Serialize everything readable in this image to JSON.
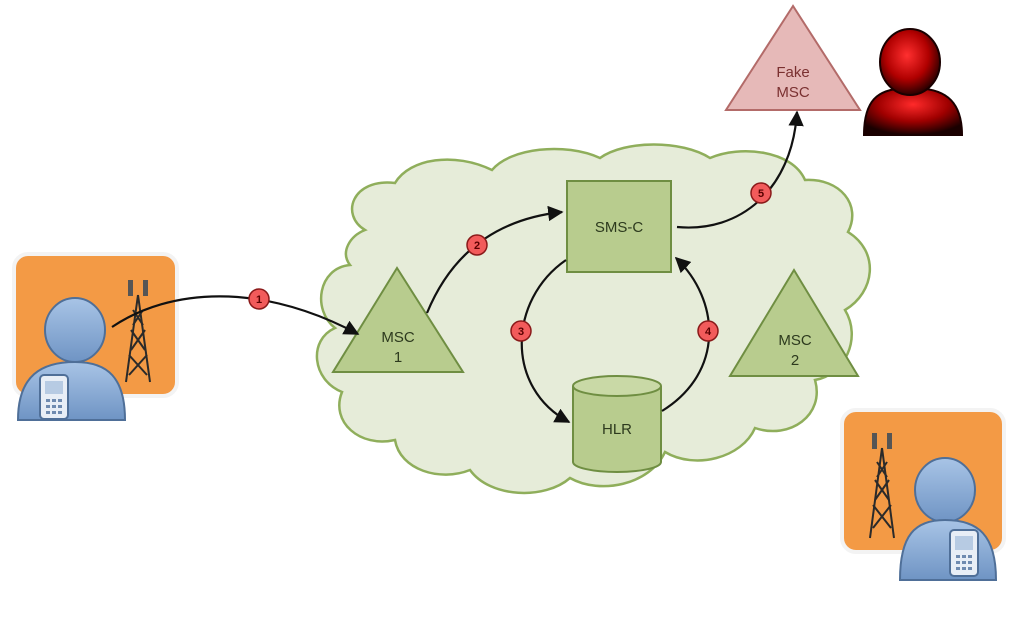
{
  "nodes": {
    "msc1": {
      "line1": "MSC",
      "line2": "1"
    },
    "msc2": {
      "line1": "MSC",
      "line2": "2"
    },
    "smsc": {
      "label": "SMS-C"
    },
    "hlr": {
      "label": "HLR"
    },
    "fake_msc": {
      "line1": "Fake",
      "line2": "MSC"
    }
  },
  "steps": [
    "1",
    "2",
    "3",
    "4",
    "5"
  ],
  "colors": {
    "cloud_fill": "#e6ecd9",
    "cloud_stroke": "#8fae5b",
    "node_fill": "#b8cc8e",
    "node_stroke": "#6f8e42",
    "fake_fill": "#e6b9b8",
    "fake_stroke": "#b36b69",
    "step_fill": "#f25b5b",
    "user_panel": "#f39a45",
    "person": "#8fb0d8",
    "attacker": "#b00000"
  },
  "icons": [
    "sender-user-icon",
    "sender-tower-icon",
    "recipient-user-icon",
    "recipient-tower-icon",
    "attacker-icon"
  ]
}
